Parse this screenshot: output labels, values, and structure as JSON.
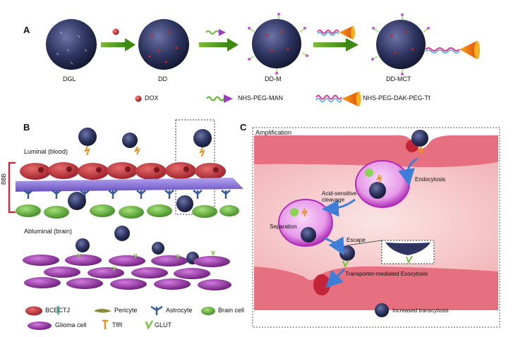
{
  "panels": {
    "a": "A",
    "b": "B",
    "c": "C"
  },
  "panel_a": {
    "stages": [
      "DGL",
      "DD",
      "DD-M",
      "DD-MCT"
    ],
    "legend": {
      "dox": "DOX",
      "man": "NHS-PEG-MAN",
      "tf": "NHS-PEG-DAK-PEG-Tf"
    }
  },
  "panel_b": {
    "luminal": "Luminal (blood)",
    "bbb": "BBB",
    "abluminal": "Abluminal (brain)"
  },
  "panel_c": {
    "title": "Amplification",
    "endocytosis": "Endocytosis",
    "acid_line1": "Acid-sensitive",
    "acid_line2": "cleavage",
    "separation": "Separation",
    "escape": "Escape",
    "exocytosis": "Transporter-mediated Exocytosis",
    "increased": "Increased transcytosis"
  },
  "legend_b": {
    "bcec": "BCEC",
    "tj": "TJ",
    "pericyte": "Pericyte",
    "astrocyte": "Astrocyte",
    "brain_cell": "Brain cell",
    "glioma": "Glioma cell",
    "tfr": "TfR",
    "glut": "GLUT"
  },
  "colors": {
    "nanoparticle": "#2e3560",
    "arrow_green": "#6aa31f",
    "vessel": "#e36a7a",
    "bcec": "#c0303c",
    "membrane": "#7a5fc8",
    "astrocyte": "#3a5a9a",
    "brain_cell": "#5aa632",
    "glioma": "#8a2a9a",
    "tfr": "#e89020",
    "glut": "#7cc241"
  }
}
